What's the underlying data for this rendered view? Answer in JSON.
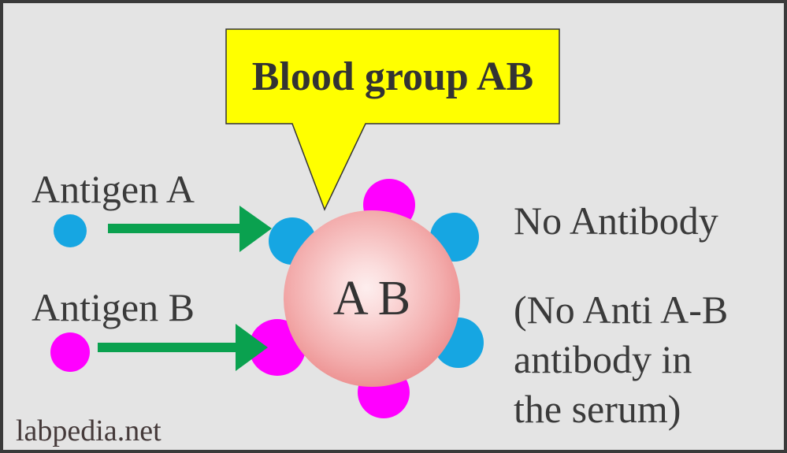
{
  "canvas": {
    "background": "#e4e4e4",
    "border_color": "#3a3a3a",
    "text_color": "#3a3a3a"
  },
  "callout": {
    "title": "Blood group AB",
    "fill": "#ffff00",
    "outline": "#333333",
    "text_color": "#333333"
  },
  "antigen_labels": {
    "a": "Antigen A",
    "b": "Antigen B"
  },
  "antigen_colors": {
    "a_blue": "#16a6e2",
    "b_magenta": "#ff00ff"
  },
  "arrows": {
    "color": "#0aa14f",
    "a_icon": "right-arrow",
    "b_icon": "right-arrow"
  },
  "red_cell": {
    "label": "AB",
    "fill_center": "#fdeeee",
    "fill_edge": "#e57575",
    "text_color": "#333333"
  },
  "right_text": {
    "no_antibody": "No Antibody",
    "serum_note": "(No Anti A-B\nantibody in\nthe serum)"
  },
  "watermark": {
    "text": "labpedia.net",
    "color": "#453a3a"
  }
}
